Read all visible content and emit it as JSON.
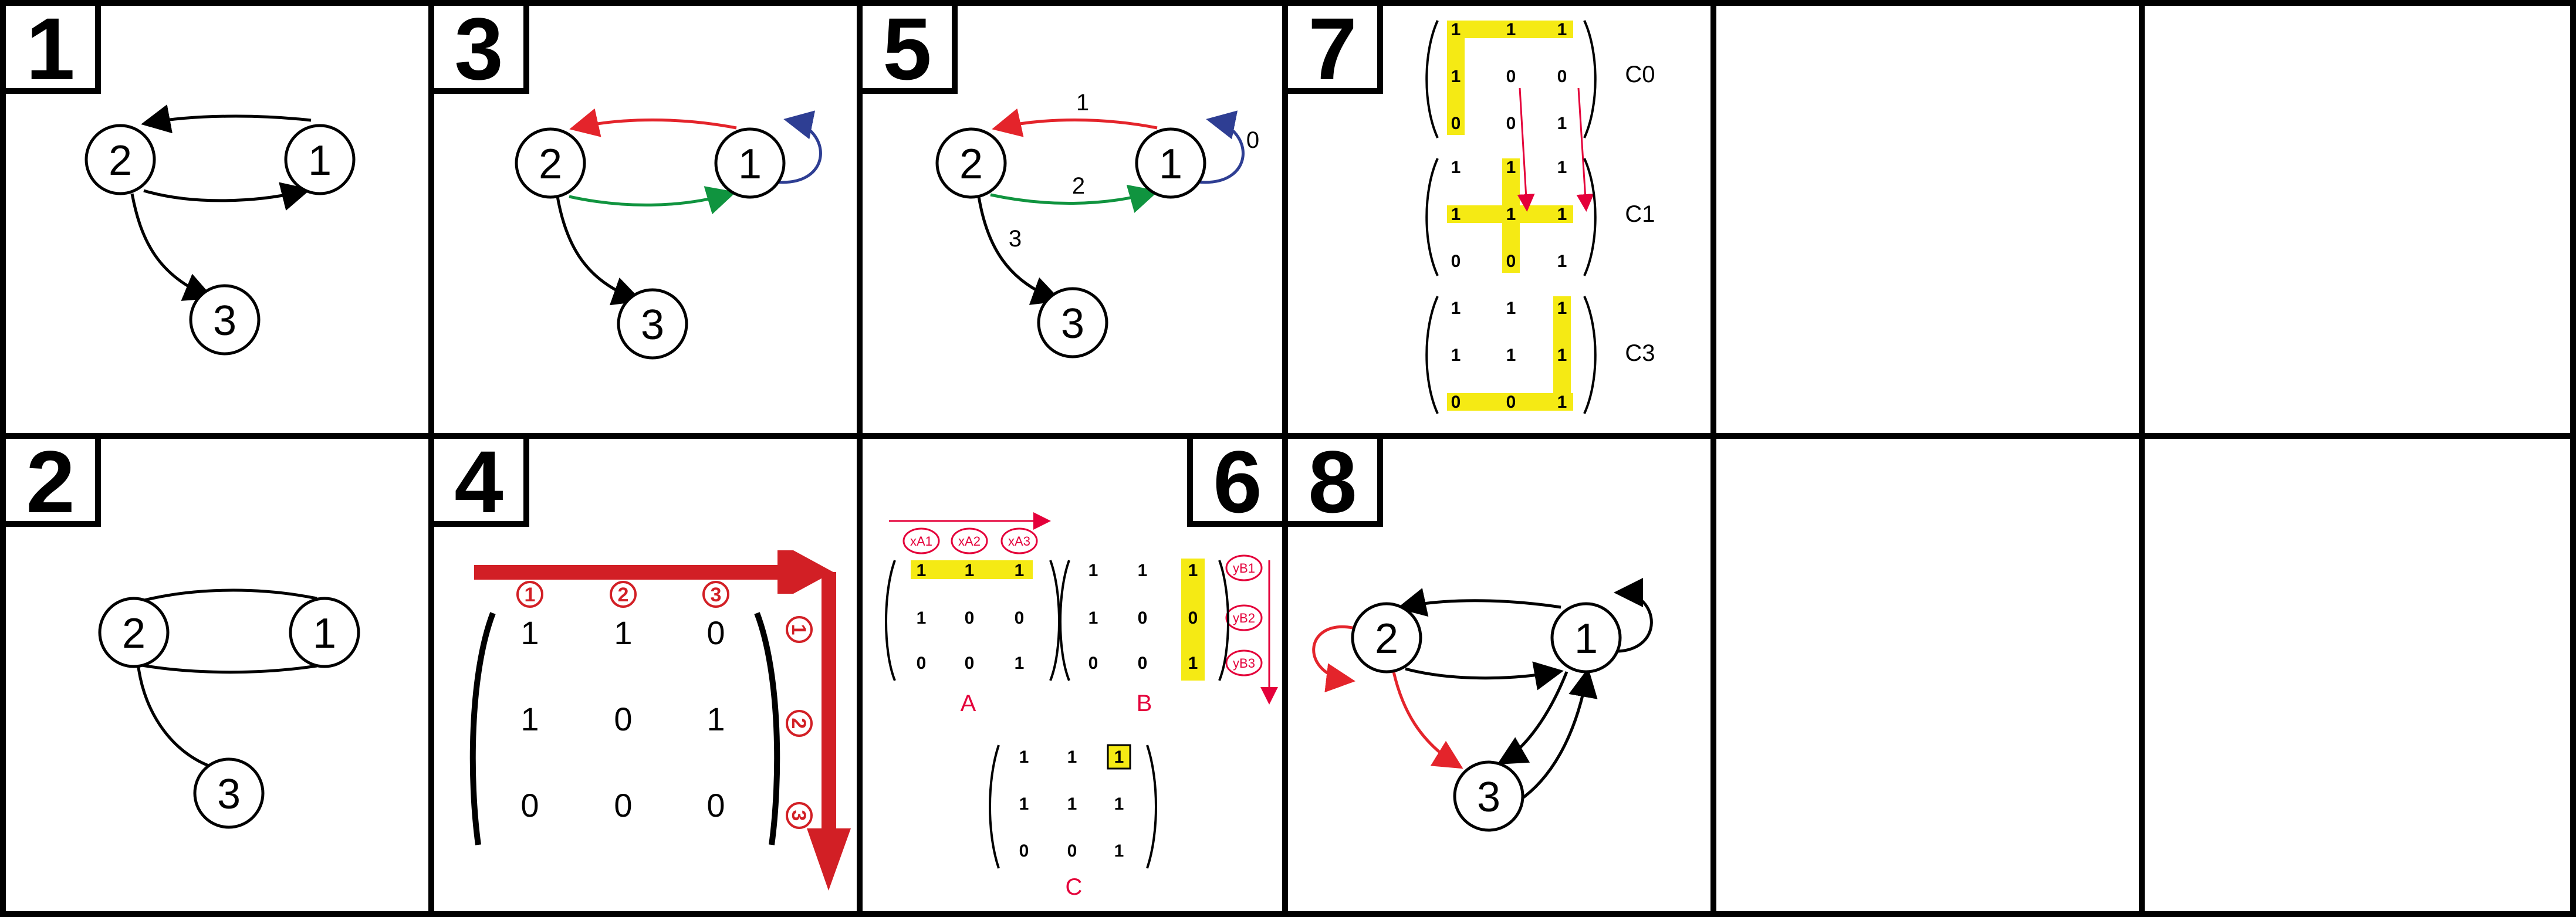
{
  "panels": {
    "p1": {
      "number": "1",
      "nodes": [
        "2",
        "1",
        "3"
      ]
    },
    "p2": {
      "number": "2",
      "nodes": [
        "2",
        "1",
        "3"
      ]
    },
    "p3": {
      "number": "3",
      "nodes": [
        "2",
        "1",
        "3"
      ]
    },
    "p4": {
      "number": "4",
      "col_markers": [
        "1",
        "2",
        "3"
      ],
      "row_markers": [
        "1",
        "2",
        "3"
      ],
      "matrix": [
        [
          "1",
          "1",
          "0"
        ],
        [
          "1",
          "0",
          "1"
        ],
        [
          "0",
          "0",
          "0"
        ]
      ]
    },
    "p5": {
      "number": "5",
      "nodes": [
        "2",
        "1",
        "3"
      ],
      "edge_labels": [
        "1",
        "0",
        "2",
        "3"
      ]
    },
    "p6": {
      "number": "6",
      "x_tags": [
        "xA1",
        "xA2",
        "xA3"
      ],
      "y_tags": [
        "yB1",
        "yB2",
        "yB3"
      ],
      "matrix_a": [
        [
          "1",
          "1",
          "1"
        ],
        [
          "1",
          "0",
          "0"
        ],
        [
          "0",
          "0",
          "1"
        ]
      ],
      "matrix_b": [
        [
          "1",
          "1",
          "1"
        ],
        [
          "1",
          "0",
          "0"
        ],
        [
          "0",
          "0",
          "1"
        ]
      ],
      "matrix_c": [
        [
          "1",
          "1",
          "1"
        ],
        [
          "1",
          "1",
          "1"
        ],
        [
          "0",
          "0",
          "1"
        ]
      ],
      "label_a": "A",
      "label_b": "B",
      "label_c": "C"
    },
    "p7": {
      "number": "7",
      "matrix_c0": [
        [
          "1",
          "1",
          "1"
        ],
        [
          "1",
          "0",
          "0"
        ],
        [
          "0",
          "0",
          "1"
        ]
      ],
      "matrix_c1": [
        [
          "1",
          "1",
          "1"
        ],
        [
          "1",
          "1",
          "1"
        ],
        [
          "0",
          "0",
          "1"
        ]
      ],
      "matrix_c3": [
        [
          "1",
          "1",
          "1"
        ],
        [
          "1",
          "1",
          "1"
        ],
        [
          "0",
          "0",
          "1"
        ]
      ],
      "label_c0": "C0",
      "label_c1": "C1",
      "label_c3": "C3"
    },
    "p8": {
      "number": "8",
      "nodes": [
        "2",
        "1",
        "3"
      ]
    }
  },
  "colors": {
    "red": "#e4242b",
    "green": "#10943f",
    "blue": "#2e3e93",
    "highlight": "#f5ea14",
    "pink": "#e4003a"
  }
}
